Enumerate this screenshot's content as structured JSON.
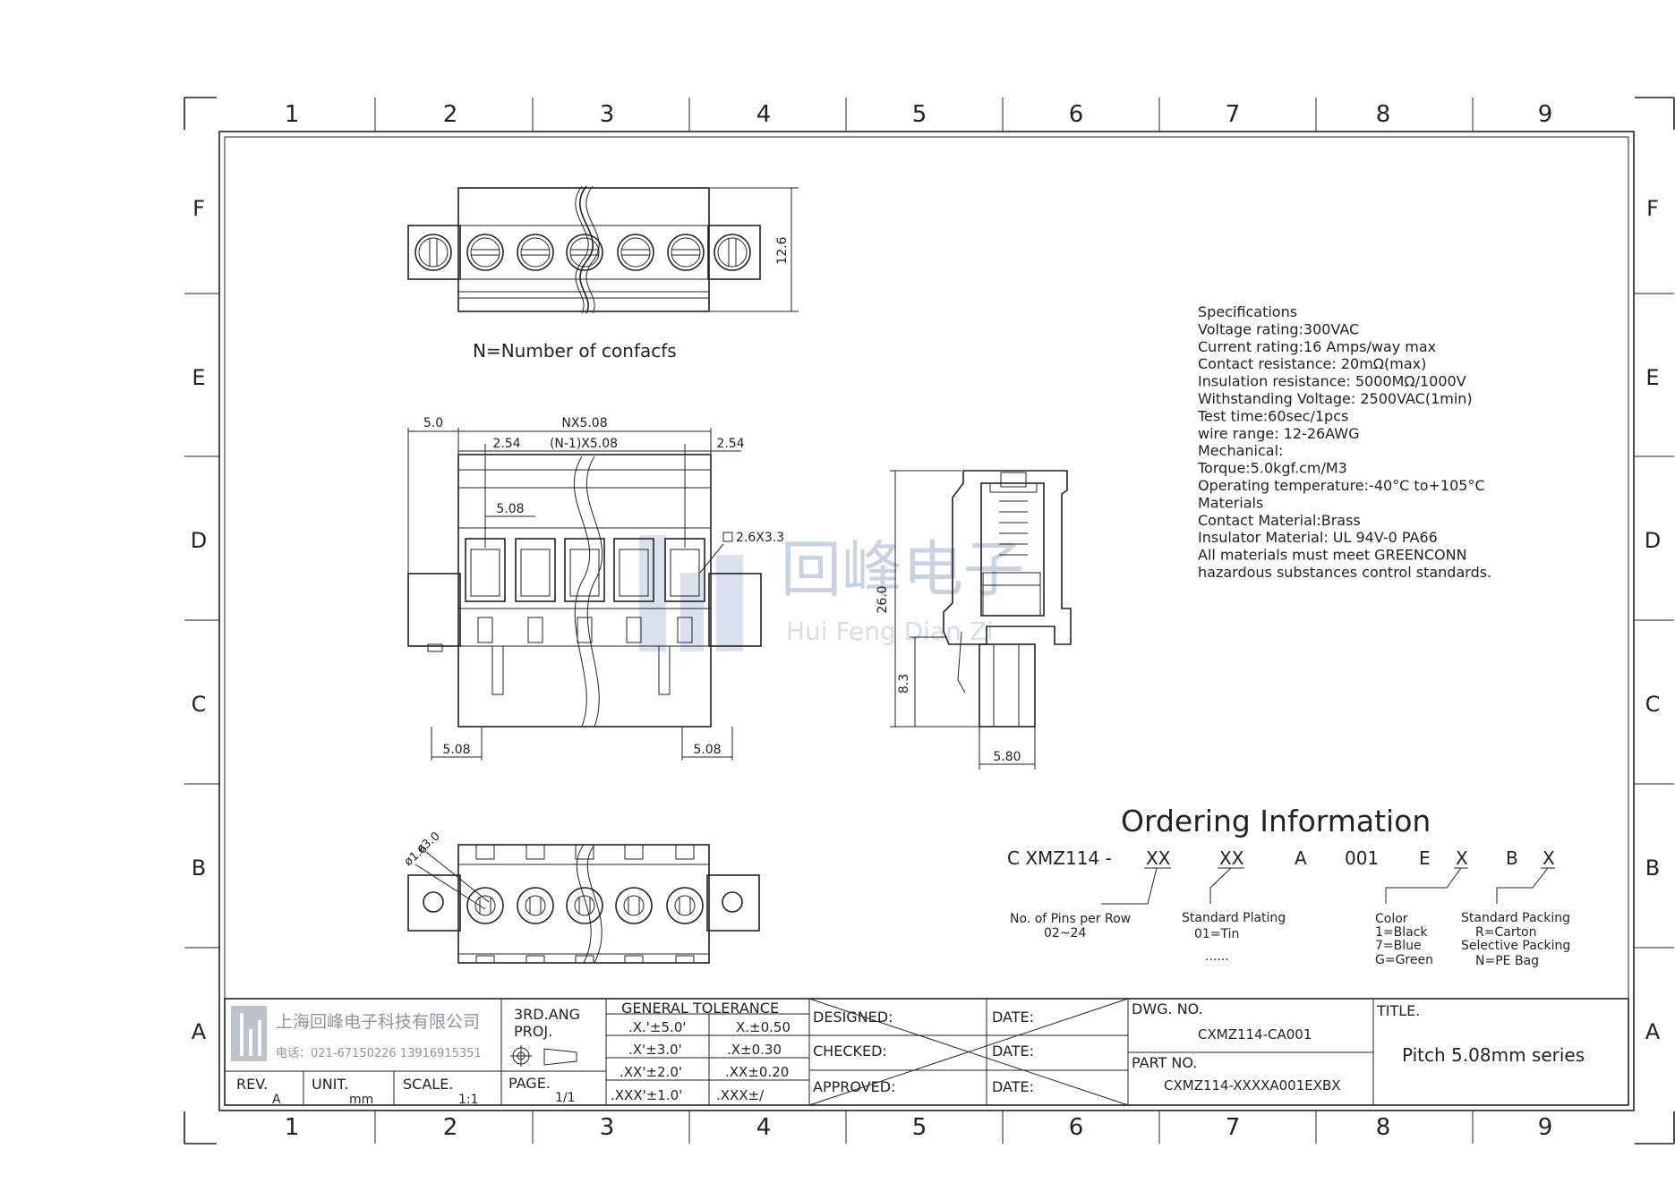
{
  "grid": {
    "columns": [
      "1",
      "2",
      "3",
      "4",
      "5",
      "6",
      "7",
      "8",
      "9"
    ],
    "rows": [
      "F",
      "E",
      "D",
      "C",
      "B",
      "A"
    ]
  },
  "top_view": {
    "caption": "N=Number of confacfs",
    "height_dim": "12.6"
  },
  "front_view": {
    "dims": {
      "overall": "NX5.08",
      "end": "5.0",
      "inner": "(N-1)X5.08",
      "left_offset": "2.54",
      "right_offset": "2.54",
      "pitch": "5.08",
      "hole": "2.6X3.3",
      "bottom_left": "5.08",
      "bottom_right": "5.08"
    }
  },
  "side_view": {
    "dims": {
      "height": "26.0",
      "lower": "8.3",
      "width": "5.80"
    }
  },
  "bottom_view": {
    "dims": {
      "outer_dia": "ø3.0",
      "inner_dia": "ø1.6"
    }
  },
  "watermark": {
    "cn": "回峰电子",
    "en": "Hui Feng Dian Zi"
  },
  "specifications": [
    "Specifications",
    "Voltage rating:300VAC",
    "Current rating:16 Amps/way max",
    "Contact resistance: 20mΩ(max)",
    "Insulation resistance: 5000MΩ/1000V",
    "Withstanding Voltage: 2500VAC(1min)",
    "Test time:60sec/1pcs",
    "wire range: 12-26AWG",
    "Mechanical:",
    "Torque:5.0kgf.cm/M3",
    "Operating temperature:-40°C to+105°C",
    "Materials",
    "Contact Material:Brass",
    "Insulator Material: UL 94V-0 PA66",
    "All materials must meet GREENCONN",
    "hazardous substances control standards."
  ],
  "ordering": {
    "title": "Ordering Information",
    "code_parts": [
      "C XMZ114 -",
      "XX",
      "XX",
      "A",
      "001",
      "E",
      "X",
      "B",
      "X"
    ],
    "pins": {
      "label": "No. of Pins per Row",
      "value": "02~24"
    },
    "plating": {
      "label": "Standard Plating",
      "value": "01=Tin",
      "more": "......"
    },
    "color": {
      "label": "Color",
      "options": [
        "1=Black",
        "7=Blue",
        "G=Green"
      ]
    },
    "packing": {
      "label": "Standard Packing",
      "standard": "R=Carton",
      "selective_label": "Selective Packing",
      "selective": "N=PE Bag"
    }
  },
  "title_block": {
    "company": "上海回峰电子科技有限公司",
    "phone": "电话：021-67150226  13916915351",
    "rev_label": "REV.",
    "rev": "A",
    "unit_label": "UNIT.",
    "unit": "mm",
    "scale_label": "SCALE.",
    "scale": "1:1",
    "projection_1": "3RD.ANG",
    "projection_2": "PROJ.",
    "page_label": "PAGE.",
    "page": "1/1",
    "tolerance_title": "GENERAL TOLERANCE",
    "tolerances": [
      [
        ".X.'±5.0'",
        "X.±0.50"
      ],
      [
        ".X'±3.0'",
        ".X±0.30"
      ],
      [
        ".XX'±2.0'",
        ".XX±0.20"
      ],
      [
        ".XXX'±1.0'",
        ".XXX±/"
      ]
    ],
    "designed": "DESIGNED:",
    "checked": "CHECKED:",
    "approved": "APPROVED:",
    "date_label": "DATE:",
    "dwg_label": "DWG. NO.",
    "dwg_no": "CXMZ114-CA001",
    "part_label": "PART NO.",
    "part_no": "CXMZ114-XXXXA001EXBX",
    "title_label": "TITLE.",
    "title": "Pitch 5.08mm series"
  }
}
